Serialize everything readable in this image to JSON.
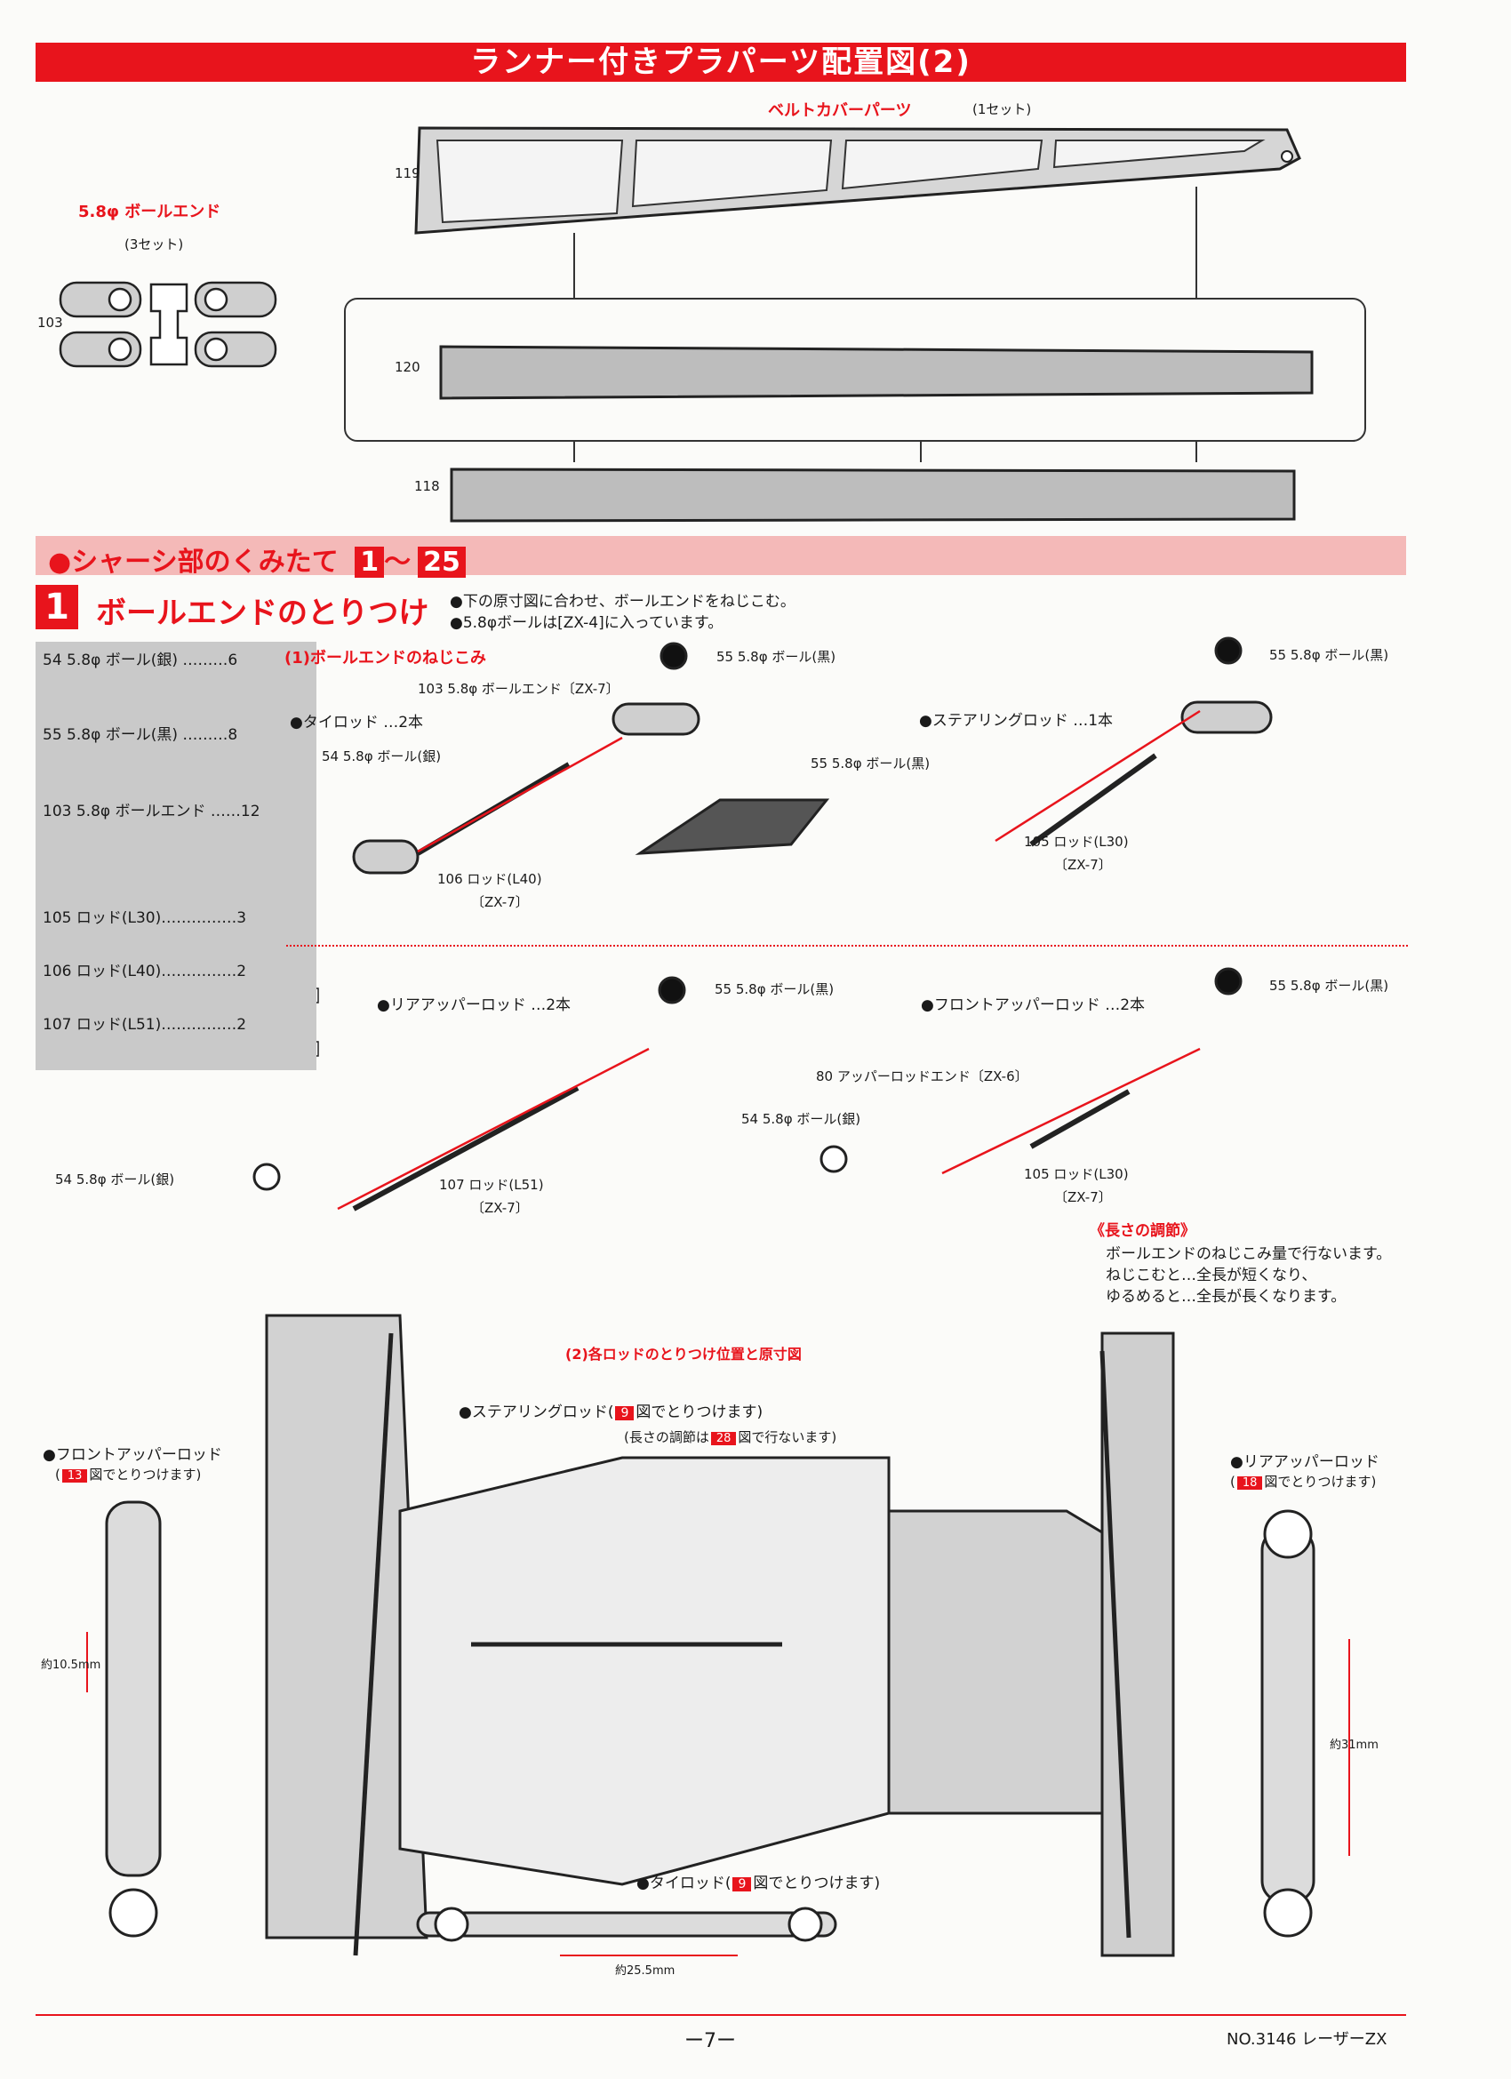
{
  "header": {
    "title": "ランナー付きプラパーツ配置図(2)"
  },
  "runner": {
    "belt_cover_title": "ベルトカバーパーツ",
    "belt_cover_qty": "(1セット)",
    "ball_end_title": "5.8φ ボールエンド",
    "ball_end_qty": "(3セット)",
    "n119": "119",
    "n120": "120",
    "n118": "118",
    "n103": "103"
  },
  "section": {
    "title": "●シャーシ部のくみたて",
    "range_start": "1",
    "range_sep": "〜",
    "range_end": "25"
  },
  "step": {
    "number": "1",
    "title": "ボールエンドのとりつけ",
    "note1": "●下の原寸図に合わせ、ボールエンドをねじこむ。",
    "note2": "●5.8φボールは[ZX-4]に入っています。"
  },
  "parts_list": [
    {
      "label": "54 5.8φ ボール(銀) ………6"
    },
    {
      "label": "55 5.8φ ボール(黒) ………8"
    },
    {
      "label": "103 5.8φ ボールエンド ……12"
    },
    {
      "label": "105 ロッド(L30)……………3"
    },
    {
      "label": "106 ロッド(L40)……………2"
    },
    {
      "label": "107 ロッド(L51)……………2"
    }
  ],
  "sub1": {
    "title": "(1)ボールエンドのねじこみ",
    "tie_rod": "●タイロッド …2本",
    "ball_end_zx7": "103 5.8φ ボールエンド〔ZX-7〕",
    "ball_silver": "54 5.8φ ボール(銀)",
    "ball_black_1": "55 5.8φ ボール(黒)",
    "rod_l40": "106 ロッド(L40)",
    "zx7_a": "〔ZX-7〕",
    "steering_rod": "●ステアリングロッド …1本",
    "ball_black_2": "55 5.8φ ボール(黒)",
    "ball_black_3": "55 5.8φ ボール(黒)",
    "rod_l30_a": "105 ロッド(L30)",
    "zx7_b": "〔ZX-7〕",
    "rear_upper": "●リアアッパーロッド …2本",
    "ball_black_4": "55 5.8φ ボール(黒)",
    "ball_silver_2": "54 5.8φ ボール(銀)",
    "rod_l51": "107 ロッド(L51)",
    "zx7_c": "〔ZX-7〕",
    "front_upper": "●フロントアッパーロッド …2本",
    "ball_black_5": "55 5.8φ ボール(黒)",
    "upper_rod_end": "80 アッパーロッドエンド〔ZX-6〕",
    "ball_silver_3": "54 5.8φ ボール(銀)",
    "rod_l30_b": "105 ロッド(L30)",
    "zx7_d": "〔ZX-7〕",
    "adjust_title": "《長さの調節》",
    "adjust_1": "ボールエンドのねじこみ量で行ないます。",
    "adjust_2": "ねじこむと…全長が短くなり、",
    "adjust_3": "ゆるめると…全長が長くなります。"
  },
  "sub2": {
    "title": "(2)各ロッドのとりつけ位置と原寸図",
    "steering": "●ステアリングロッド(",
    "steering_fig": "9",
    "steering_tail": "図でとりつけます)",
    "adjust_a": "(長さの調節は",
    "adjust_fig": "28",
    "adjust_b": "図で行ないます)",
    "front_upper": "●フロントアッパーロッド",
    "front_upper_fig": "13",
    "front_upper_note": "図でとりつけます)",
    "rear_upper": "●リアアッパーロッド",
    "rear_upper_fig": "18",
    "rear_upper_note": "図でとりつけます)",
    "tie_rod": "●タイロッド(",
    "tie_rod_fig": "9",
    "tie_rod_tail": "図でとりつけます)",
    "dim_front": "約10.5mm",
    "dim_rear": "約31mm",
    "dim_tie": "約25.5mm"
  },
  "footer": {
    "page": "ー7ー",
    "model": "NO.3146 レーザーZX"
  }
}
